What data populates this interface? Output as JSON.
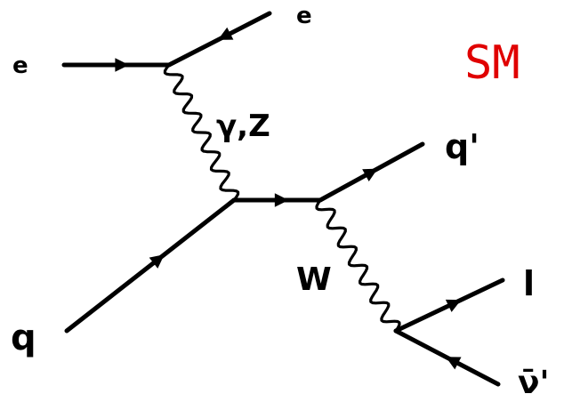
{
  "title": "SM",
  "title_color": "#e00000",
  "labels": {
    "e_in": "e",
    "e_out": "e",
    "gamma_z": "γ,Z",
    "q_in": "q",
    "q_prime": "q'",
    "w": "W",
    "lepton": "l",
    "antineutrino": "ν̄'"
  }
}
